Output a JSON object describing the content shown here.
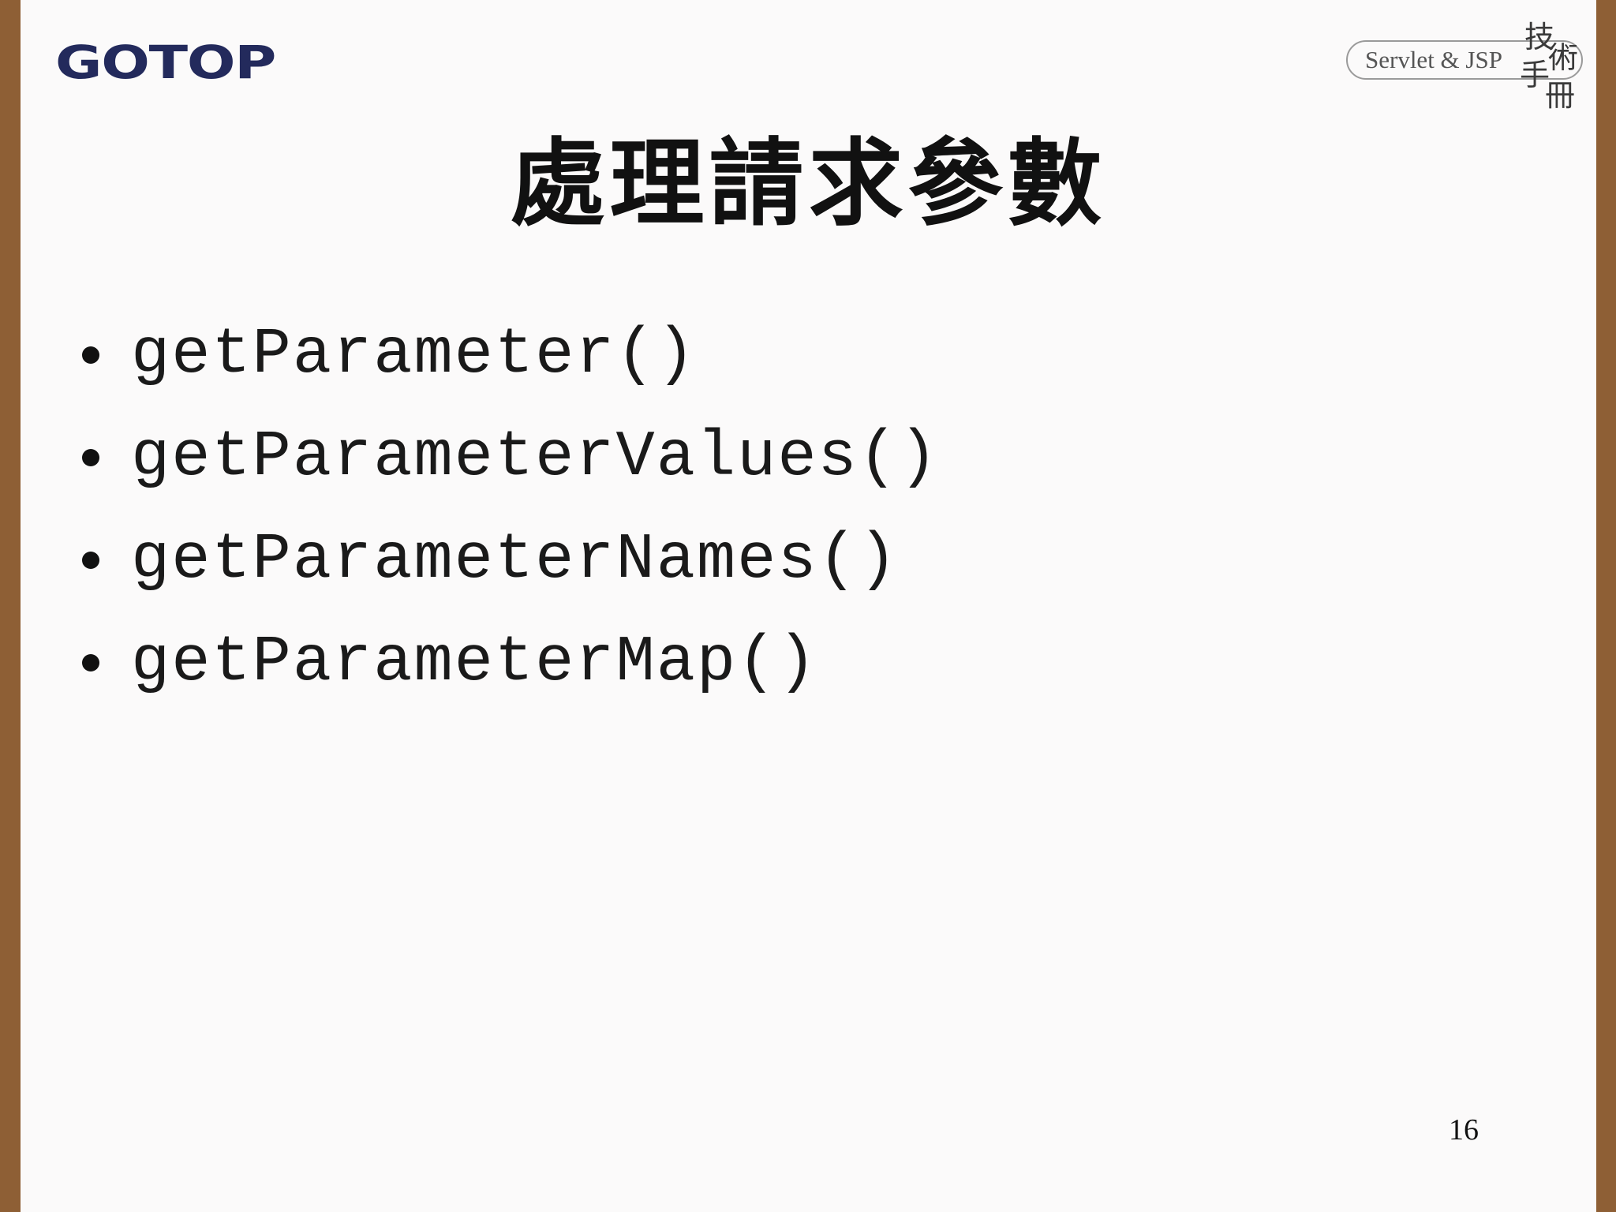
{
  "header": {
    "brand": "GOTOP",
    "book_series": "Servlet & JSP",
    "book_calligraphy": [
      "技",
      "術",
      "手",
      "冊"
    ]
  },
  "slide": {
    "title": "處理請求參數",
    "methods": [
      "getParameter()",
      "getParameterValues()",
      "getParameterNames()",
      "getParameterMap()"
    ],
    "page_number": "16"
  },
  "colors": {
    "frame": "#8e5f35",
    "brand": "#232a5c",
    "background": "#fbfafa"
  }
}
